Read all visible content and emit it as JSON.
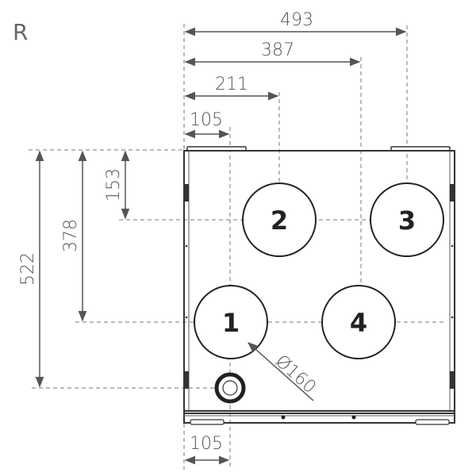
{
  "side_label": "R",
  "dimensions": {
    "top_493": "493",
    "top_387": "387",
    "top_211": "211",
    "top_105": "105",
    "left_522": "522",
    "left_378": "378",
    "left_153": "153",
    "bottom_105": "105",
    "diameter": "Ø160"
  },
  "ports": [
    "1",
    "2",
    "3",
    "4"
  ],
  "colors": {
    "line": "#333333",
    "dim": "#555555",
    "text": "#222222"
  }
}
